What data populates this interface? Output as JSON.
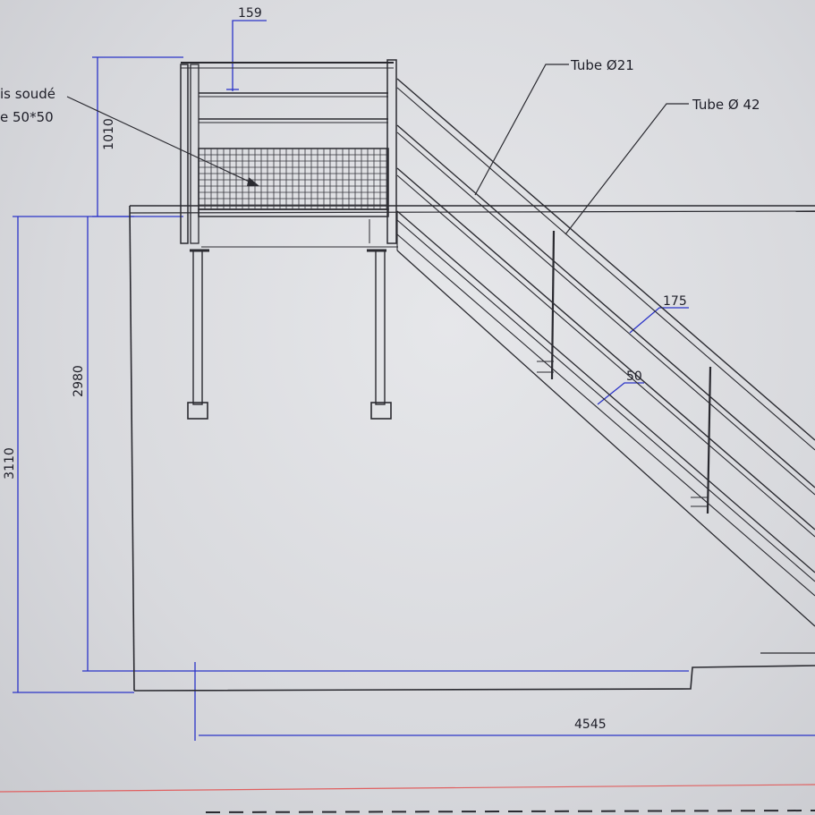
{
  "drawing": {
    "dimensions": {
      "rail_gap": "159",
      "guardrail_height": "1010",
      "platform_height": "2980",
      "total_height": "3110",
      "total_length": "4545",
      "handrail_spacing": "175",
      "tube_gap": "50"
    },
    "labels": {
      "tube_small": "Tube Ø21",
      "tube_large": "Tube Ø 42",
      "grating_line1": "is soudé",
      "grating_line2": "e 50*50"
    },
    "colors": {
      "paper": "#dedfe3",
      "line": "#2a2a30",
      "dimension": "#2b34c8",
      "margin": "#e06060"
    }
  }
}
